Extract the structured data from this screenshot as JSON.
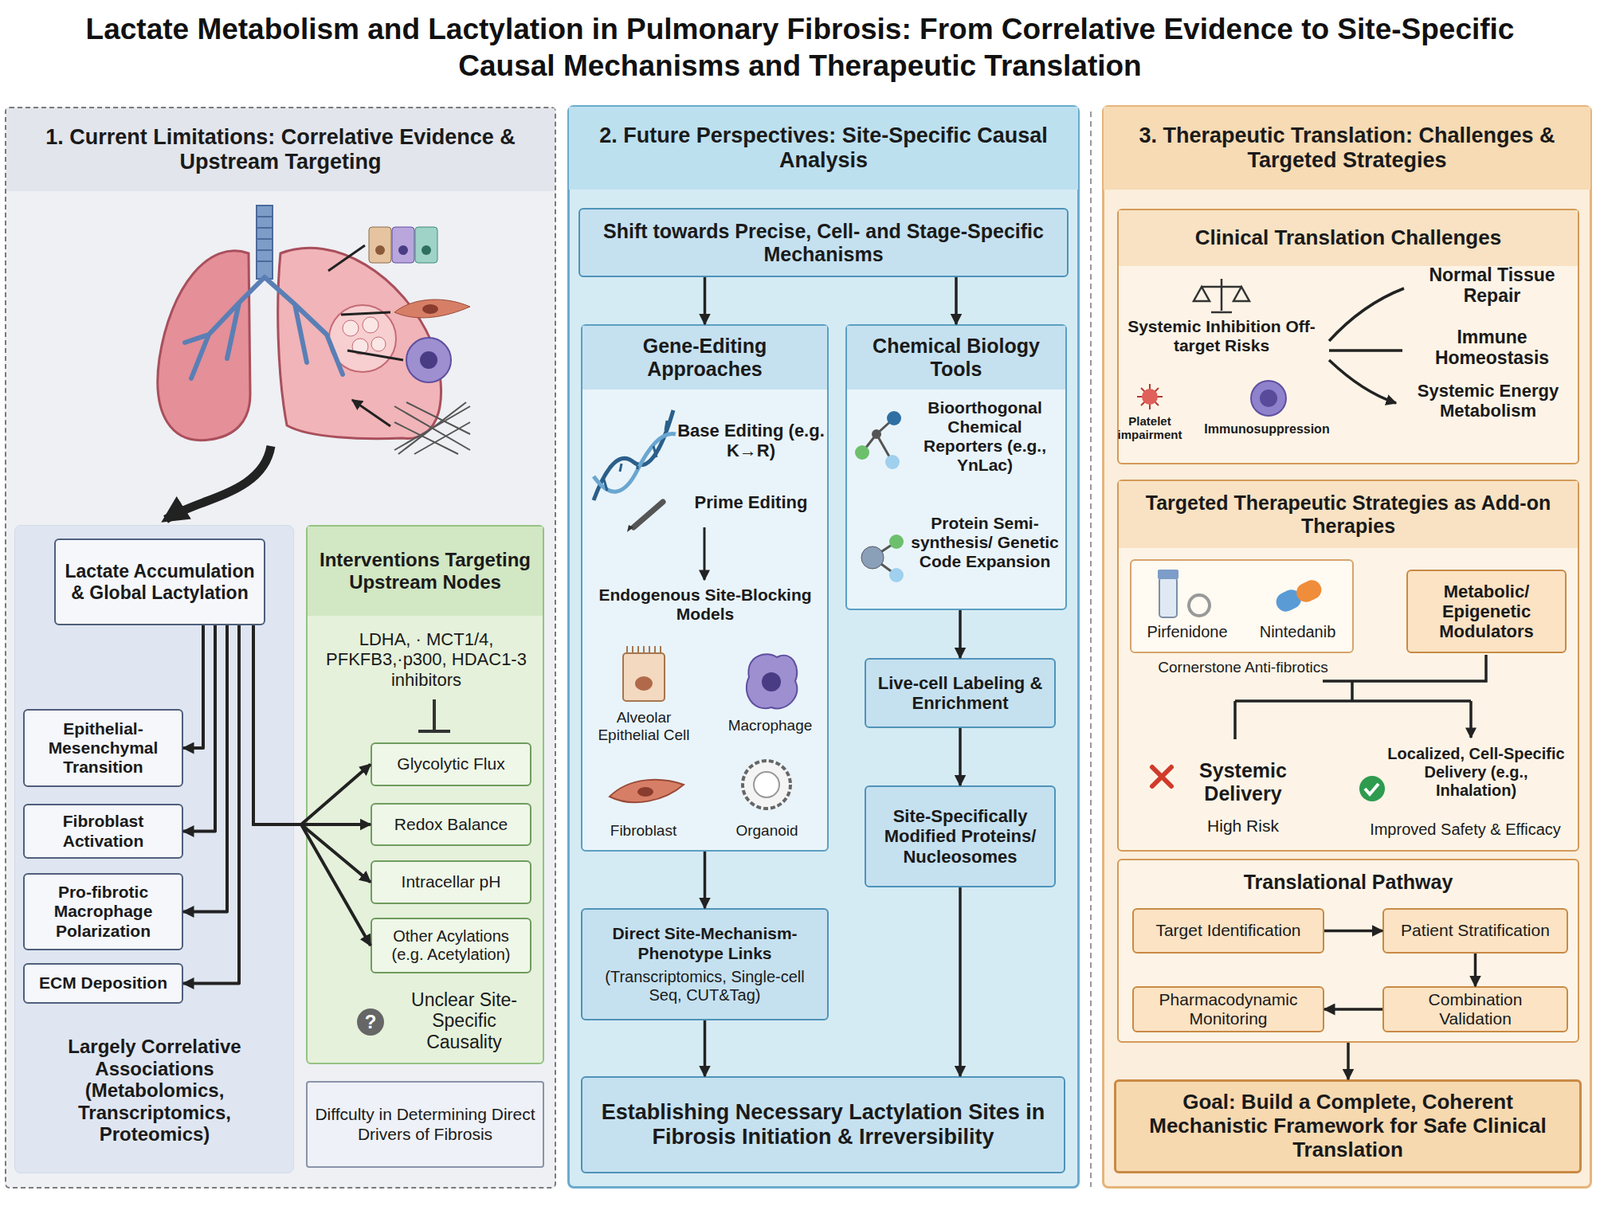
{
  "diagram": {
    "title": "Lactate Metabolism and Lactylation in Pulmonary Fibrosis: From Correlative Evidence to Site-Specific Causal Mechanisms and Therapeutic Translation",
    "nodes": [
      {
        "text": [
          "1. Current Limitations: Correlative Evidence & Upstream Targeting"
        ]
      },
      {
        "text": [
          "Largely Correlative Associations (Metabolomics, Transcriptomics, Proteomics)"
        ],
        "in": 0
      },
      {
        "text": [
          "Lactate Accumulation & Global Lactylation"
        ],
        "in": 1
      },
      {
        "text": [
          "Epithelial-Mesenchymal Transition"
        ],
        "in": 1
      },
      {
        "text": [
          "Fibroblast Activation"
        ],
        "in": 1
      },
      {
        "text": [
          "Pro-fibrotic Macrophage Polarization"
        ],
        "in": 1
      },
      {
        "text": [
          "ECM Deposition"
        ],
        "in": 1
      },
      {
        "text": [
          "Interventions Targeting Upstream Nodes",
          "LDHA, · MCT1/4, PFKFB3,·p300, HDAC1-3 inhibitors",
          "Unclear Site-Specific Causality"
        ],
        "in": 0
      },
      {
        "text": [
          "Glycolytic Flux"
        ],
        "in": 7
      },
      {
        "text": [
          "Redox Balance"
        ],
        "in": 7
      },
      {
        "text": [
          "Intracellar pH"
        ],
        "in": 7
      },
      {
        "text": [
          "Other Acylations (e.g. Acetylation)"
        ],
        "in": 7
      },
      {
        "text": [
          "Diffculty in Determining Direct Drivers of Fibrosis"
        ],
        "in": 0
      },
      {
        "text": [
          "2. Future Perspectives: Site-Specific Causal Analysis"
        ]
      },
      {
        "text": [
          "Shift towards Precise, Cell- and Stage-Specific Mechanisms"
        ],
        "in": 13
      },
      {
        "text": [
          "Gene-Editing Approaches",
          "Base Editing (e.g. K→R)",
          "Prime Editing",
          "Endogenous Site-Blocking Models",
          "Alveolar Epithelial Cell",
          "Macrophage",
          "Fibroblast",
          "Organoid"
        ],
        "in": 13
      },
      {
        "text": [
          "Chemical Biology Tools",
          "Bioorthogonal Chemical Reporters (e.g., YnLac)",
          "Protein Semi-synthesis/ Genetic Code Expansion"
        ],
        "in": 13
      },
      {
        "text": [
          "Live-cell Labeling & Enrichment"
        ],
        "in": 13
      },
      {
        "text": [
          "Site-Specifically Modified Proteins/ Nucleosomes"
        ],
        "in": 13
      },
      {
        "text": [
          "Direct Site-Mechanism-Phenotype Links",
          "(Transcriptomics, Single-cell Seq, CUT&Tag)"
        ],
        "in": 13
      },
      {
        "text": [
          "Establishing Necessary Lactylation Sites in Fibrosis Initiation & Irreversibility"
        ],
        "in": 13
      },
      {
        "text": [
          "3. Therapeutic Translation: Challenges & Targeted Strategies"
        ]
      },
      {
        "text": [
          "Clinical Translation Challenges",
          "Systemic Inhibition Off-target Risks",
          "Platelet impairment",
          "Immunosuppression",
          "Normal Tissue Repair",
          "Immune Homeostasis",
          "Systemic Energy Metabolism"
        ],
        "in": 21
      },
      {
        "text": [
          "Targeted Therapeutic Strategies as Add-on Therapies",
          "Systemic Delivery",
          "High Risk",
          "Localized, Cell-Specific Delivery (e.g., Inhalation)",
          "Improved Safety & Efficacy"
        ],
        "in": 21
      },
      {
        "text": [
          "Pirfenidone",
          "Nintedanib",
          "Cornerstone Anti-fibrotics"
        ],
        "in": 23
      },
      {
        "text": [
          "Metabolic/ Epigenetic Modulators"
        ],
        "in": 23
      },
      {
        "text": [
          "Translational Pathway"
        ],
        "in": 21
      },
      {
        "text": [
          "Target Identification"
        ],
        "in": 26
      },
      {
        "text": [
          "Patient Stratification"
        ],
        "in": 26
      },
      {
        "text": [
          "Combination Validation"
        ],
        "in": 26
      },
      {
        "text": [
          "Pharmacodynamic Monitoring"
        ],
        "in": 26
      },
      {
        "text": [
          "Goal: Build a Complete, Coherent Mechanistic Framework for Safe Clinical Translation"
        ],
        "in": 21
      }
    ],
    "edges": [
      {
        "from": 2,
        "to": 3,
        "arrow": "to"
      },
      {
        "from": 2,
        "to": 4,
        "arrow": "to"
      },
      {
        "from": 2,
        "to": 5,
        "arrow": "to"
      },
      {
        "from": 2,
        "to": 6,
        "arrow": "to"
      },
      {
        "from": 2,
        "to": 8,
        "arrow": "to"
      },
      {
        "from": 2,
        "to": 9,
        "arrow": "to"
      },
      {
        "from": 2,
        "to": 10,
        "arrow": "to"
      },
      {
        "from": 2,
        "to": 11,
        "arrow": "to"
      },
      {
        "from": 14,
        "to": 15,
        "arrow": "to"
      },
      {
        "from": 14,
        "to": 16,
        "arrow": "to"
      },
      {
        "from": 15,
        "to": 19,
        "arrow": "to"
      },
      {
        "from": 19,
        "to": 20,
        "arrow": "to"
      },
      {
        "from": 16,
        "to": 17,
        "arrow": "to"
      },
      {
        "from": 17,
        "to": 18,
        "arrow": "to"
      },
      {
        "from": 18,
        "to": 20,
        "arrow": "to"
      },
      {
        "from": 27,
        "to": 28,
        "arrow": "to"
      },
      {
        "from": 28,
        "to": 29,
        "arrow": "to"
      },
      {
        "from": 29,
        "to": 30,
        "arrow": "to"
      },
      {
        "from": 26,
        "to": 31,
        "arrow": "to"
      }
    ],
    "labels": [
      "?"
    ]
  }
}
